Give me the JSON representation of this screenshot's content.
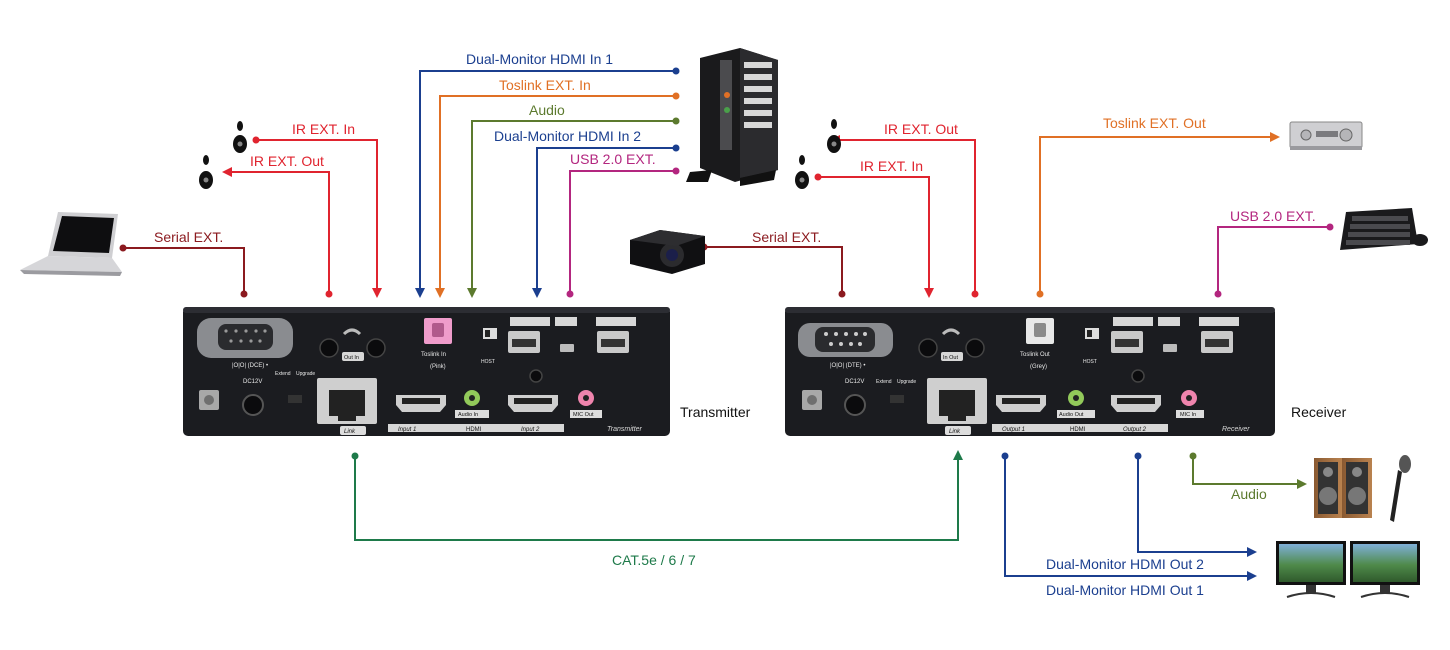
{
  "colors": {
    "ir": "#e0242f",
    "serial": "#8b1a1f",
    "hdmi": "#1b3f8f",
    "toslink": "#e07025",
    "audio": "#5c7a2e",
    "usb": "#b3267f",
    "cat": "#1e7a4a"
  },
  "transmitter": {
    "name": "Transmitter",
    "panel_label": "Transmitter",
    "rs232_label": "|O|O| (DCE) •",
    "dc_label": "DC12V",
    "extend_label": "Extend",
    "upgrade_label": "Upgrade",
    "ir_label": "Out In",
    "toslink_label": "Toslink In",
    "toslink_sub": "(Pink)",
    "host_label": "HOST",
    "audio_label": "Audio In",
    "mic_label": "MIC Out",
    "link_label": "Link",
    "input1": "Input 1",
    "hdmi_label": "HDMI",
    "input2": "Input 2"
  },
  "receiver": {
    "name": "Receiver",
    "panel_label": "Receiver",
    "rs232_label": "|O|O| (DTE) •",
    "dc_label": "DC12V",
    "extend_label": "Extend",
    "upgrade_label": "Upgrade",
    "ir_label": "In Out",
    "toslink_label": "Toslink Out",
    "toslink_sub": "(Grey)",
    "host_label": "HOST",
    "audio_label": "Audio Out",
    "mic_label": "MIC In",
    "link_label": "Link",
    "output1": "Output 1",
    "hdmi_label": "HDMI",
    "output2": "Output 2"
  },
  "connections": {
    "tx_ir_in": "IR EXT. In",
    "tx_ir_out": "IR EXT. Out",
    "tx_serial": "Serial EXT.",
    "tx_hdmi1": "Dual-Monitor HDMI In 1",
    "tx_toslink": "Toslink EXT. In",
    "tx_audio": "Audio",
    "tx_hdmi2": "Dual-Monitor HDMI In 2",
    "tx_usb": "USB 2.0 EXT.",
    "rx_ir_out": "IR EXT. Out",
    "rx_ir_in": "IR EXT. In",
    "rx_serial": "Serial EXT.",
    "rx_toslink": "Toslink EXT. Out",
    "rx_usb": "USB 2.0 EXT.",
    "rx_audio": "Audio",
    "rx_hdmi2": "Dual-Monitor HDMI Out 2",
    "rx_hdmi1": "Dual-Monitor HDMI Out 1",
    "cat": "CAT.5e / 6 / 7"
  }
}
